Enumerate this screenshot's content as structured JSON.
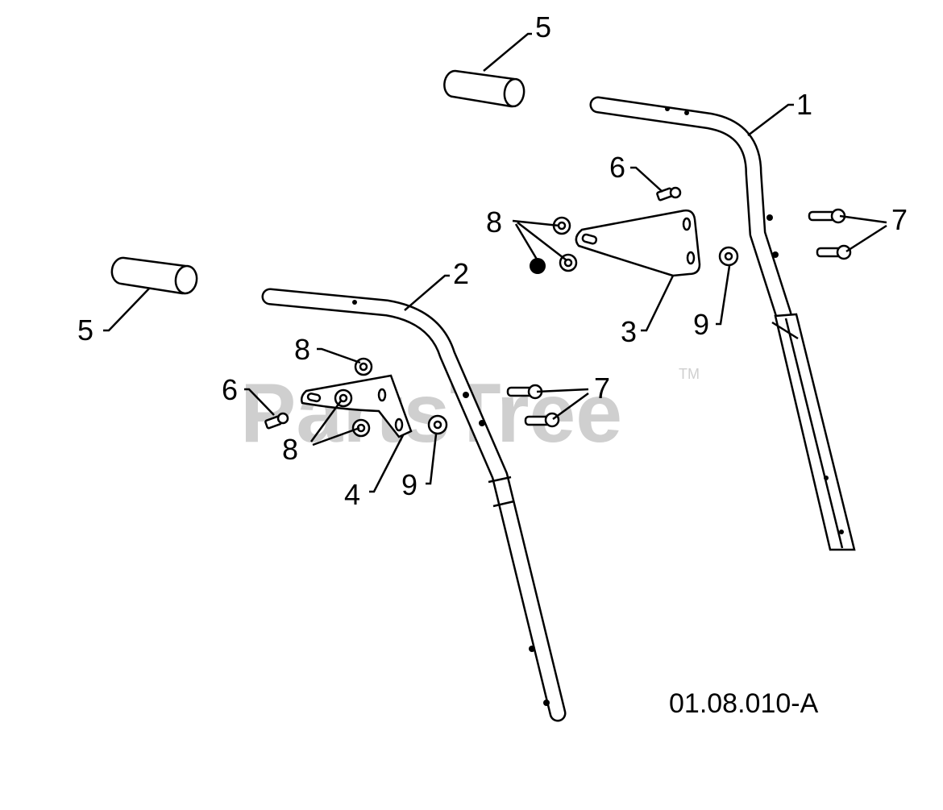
{
  "diagram_code": "01.08.010-A",
  "watermark": {
    "text": "PartsTree",
    "trademark": "TM",
    "color": "#cfcfcf"
  },
  "callouts": {
    "part_1": "1",
    "part_2": "2",
    "part_3": "3",
    "part_4": "4",
    "part_5_top": "5",
    "part_5_left": "5",
    "part_6_right": "6",
    "part_6_left": "6",
    "part_7_right": "7",
    "part_7_left": "7",
    "part_8_right": "8",
    "part_8_left_top": "8",
    "part_8_left_bottom": "8",
    "part_9_right": "9",
    "part_9_left": "9"
  }
}
